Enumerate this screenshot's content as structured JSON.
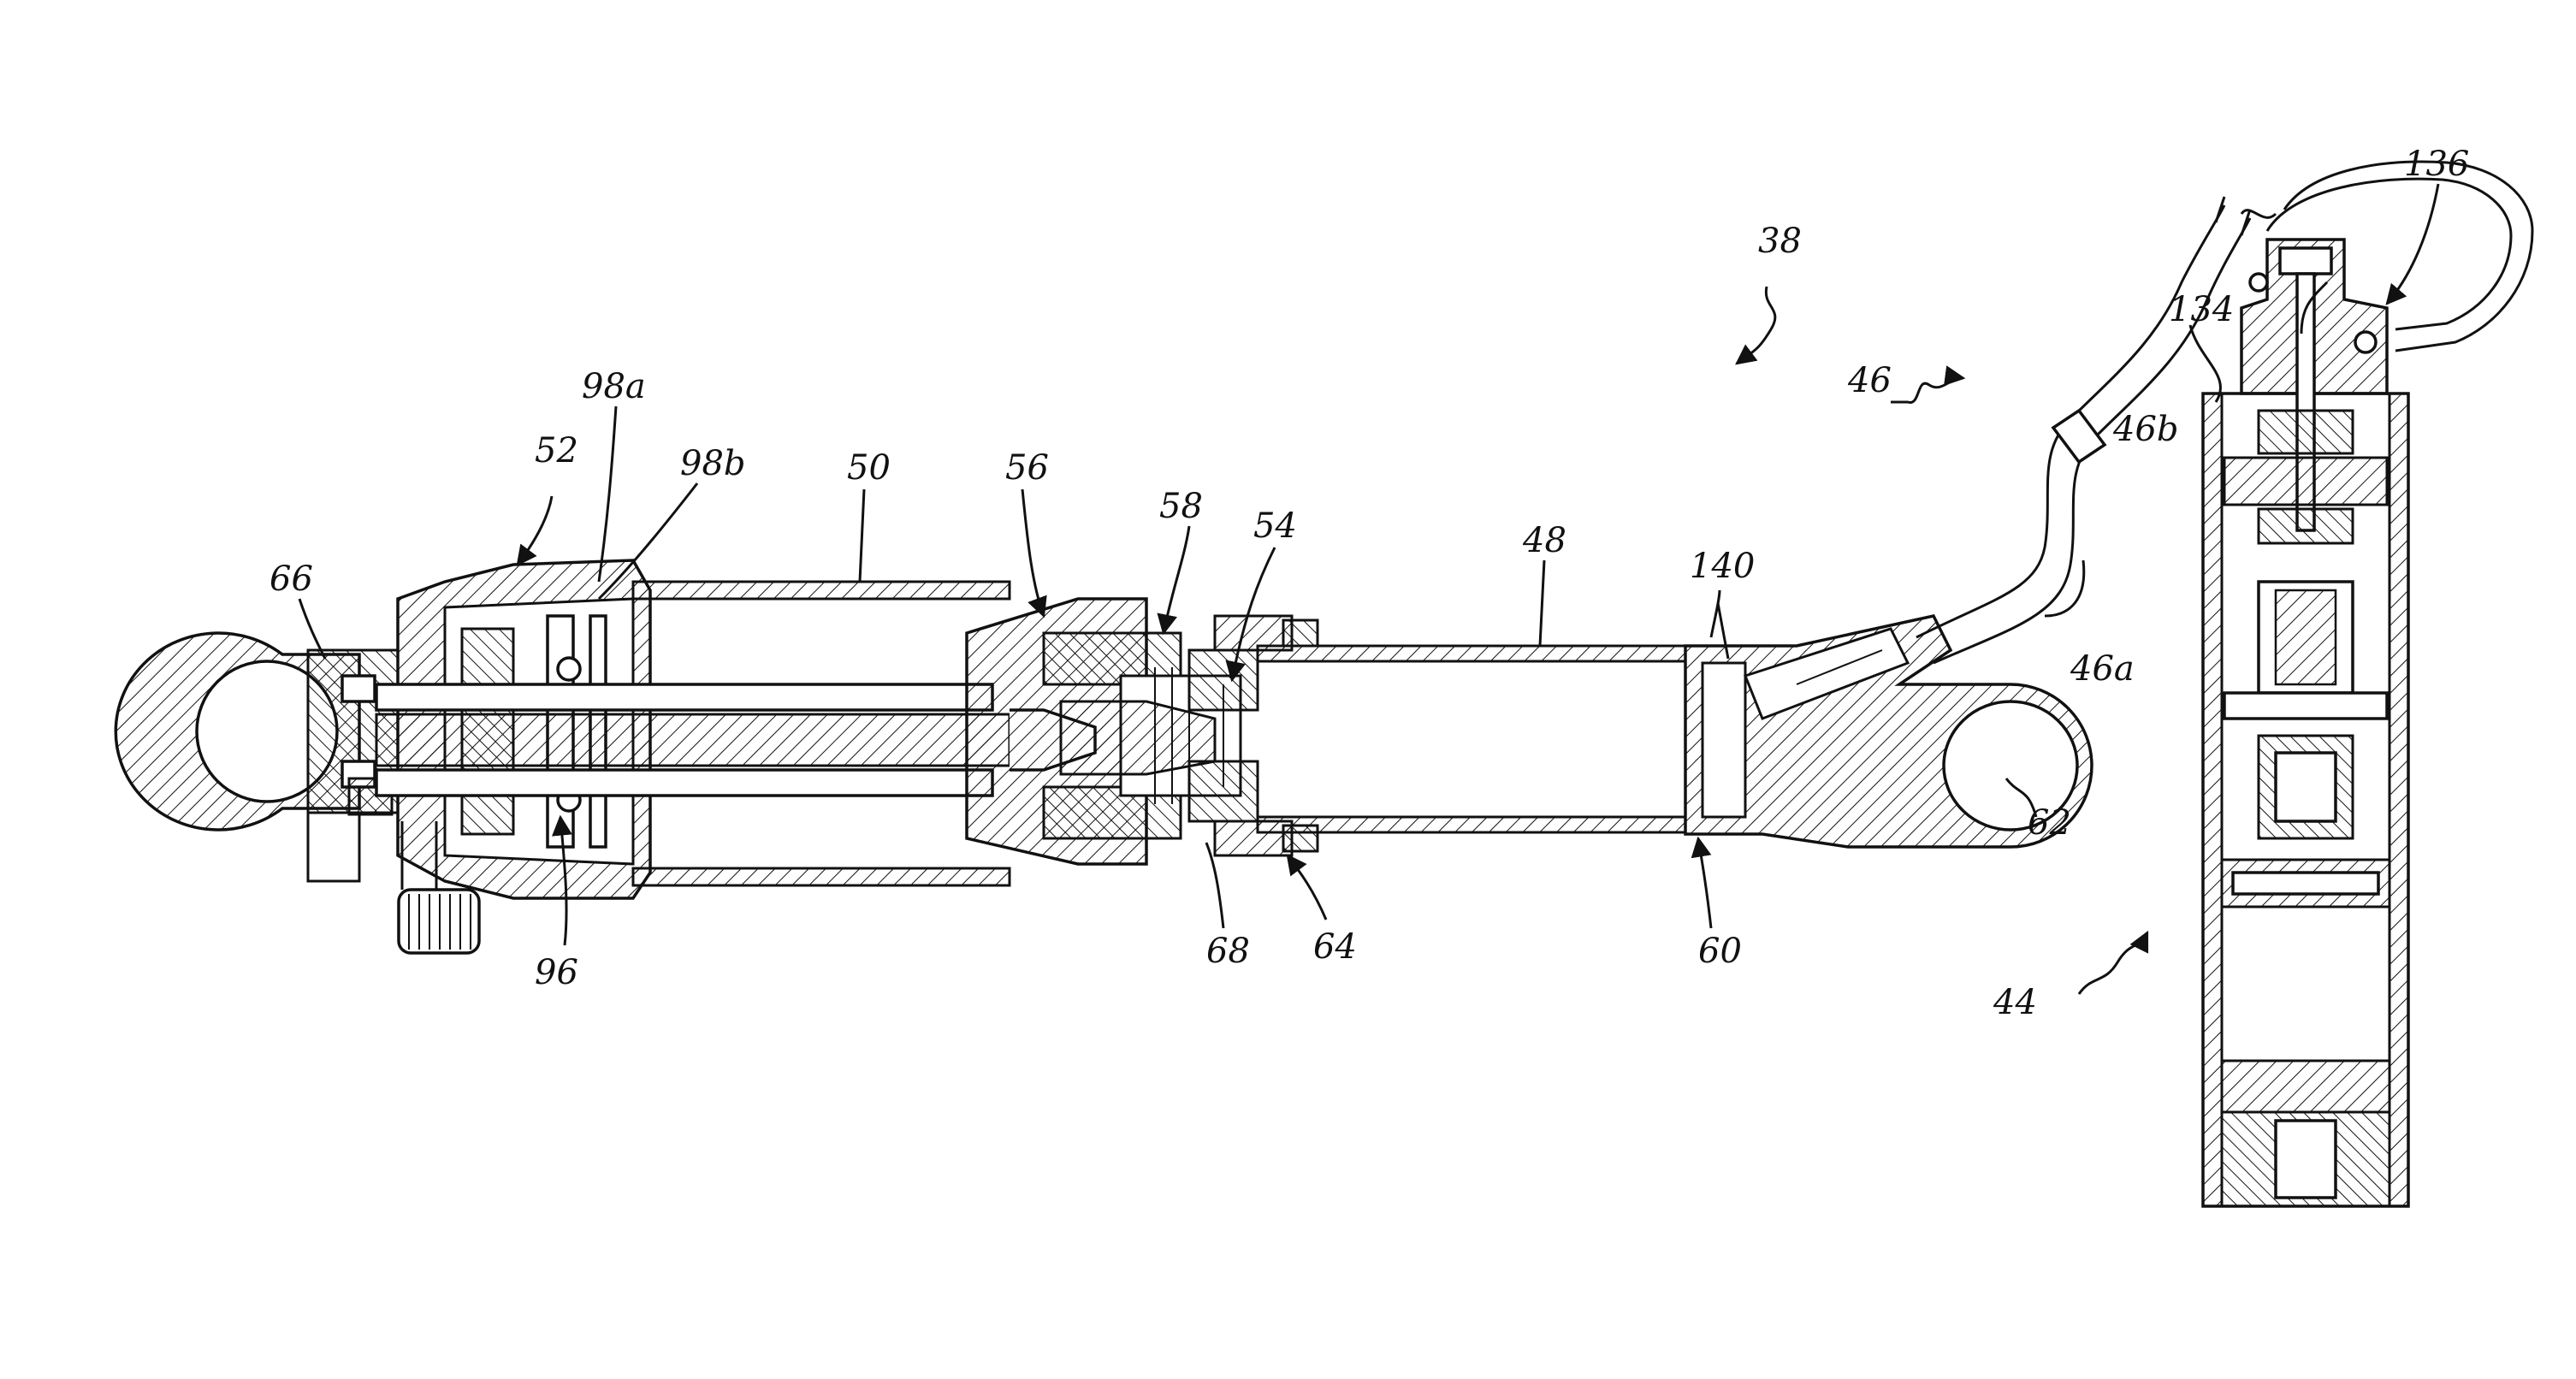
{
  "figure": {
    "stroke_color": "#111111",
    "background": "#ffffff",
    "labels": {
      "l38": "38",
      "l44": "44",
      "l46": "46",
      "l46a": "46a",
      "l46b": "46b",
      "l48": "48",
      "l50": "50",
      "l52": "52",
      "l54": "54",
      "l56": "56",
      "l58": "58",
      "l60": "60",
      "l62": "62",
      "l64": "64",
      "l66": "66",
      "l68": "68",
      "l96": "96",
      "l98a": "98a",
      "l98b": "98b",
      "l134": "134",
      "l136": "136",
      "l140": "140"
    }
  }
}
